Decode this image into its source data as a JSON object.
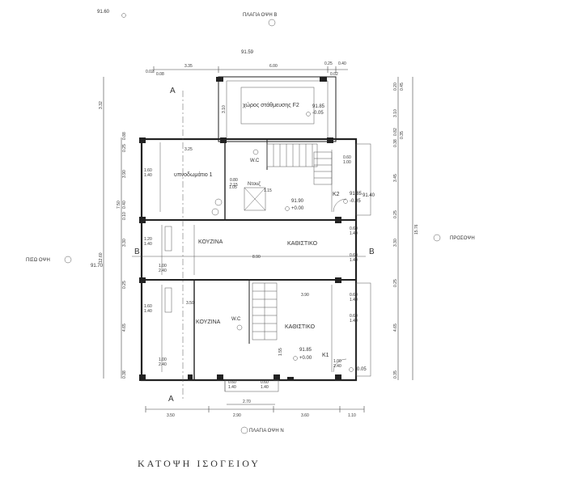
{
  "caption": "ΚΑΤΟΨΗ  ΙΣΟΓΕΙΟΥ",
  "elevations": {
    "top_left": "91.60",
    "top_mid": "91.59",
    "parking": "91.85",
    "parking_rel": "-0.05",
    "upper_center": "91.90",
    "upper_center_rel": "+0.00",
    "right_k2": "91.85",
    "right_k2_rel": "-0.05",
    "right_side": "91.40",
    "left_side": "91.70",
    "lower_center": "91.85",
    "lower_center_rel": "+0.00",
    "lower_right_rel": "-0.05"
  },
  "facades": {
    "top": "ΠΛΑΓΙΑ ΟΨΗ Β",
    "bottom": "ΠΛΑΓΙΑ ΟΨΗ Ν",
    "left": "ΠΙΣΩ ΟΨΗ",
    "right": "ΠΡΟΣΟΨΗ"
  },
  "sections": {
    "a": "A",
    "b": "B"
  },
  "rooms": {
    "parking": "χώρος στάθμευσης F2",
    "bedroom": "υπνοδωμάτιο 1",
    "wc_upper": "W.C",
    "laundry": "Ντουζ",
    "kitchen_upper": "ΚΟΥΖΙΝΑ",
    "living_upper": "ΚΑΘΙΣΤΙΚΟ",
    "kitchen_lower": "ΚΟΥΖΙΝΑ",
    "living_lower": "ΚΑΘΙΣΤΙΚΟ",
    "wc_lower": "W.C",
    "k1": "K1",
    "k2": "K2"
  },
  "dims_top": [
    "0.02",
    "0.08",
    "3.35",
    "6.00",
    "0.25",
    "0.40",
    "0.02"
  ],
  "dims_bottom": [
    "3.50",
    "2.90",
    "3.60",
    "1.10"
  ],
  "dims_bottom_inner": "2.70",
  "dims_left": [
    "3.32",
    "7.50",
    "12.60",
    "0.25",
    "0.88",
    "3.90",
    "0.10",
    "0.40",
    "3.30",
    "0.25",
    "4.65",
    "0.38"
  ],
  "dims_right": [
    "0.20",
    "0.45",
    "3.10",
    "0.38",
    "0.82",
    "0.35",
    "3.45",
    "0.25",
    "3.30",
    "15.76",
    "0.25",
    "4.65",
    "0.35"
  ],
  "inner_dims": {
    "bedroom_w": "3.25",
    "mid_width": "8.90",
    "lower_kitchen_w": "3.50",
    "lower_living_w": "3.90",
    "parking_h": "3.10",
    "stair_w": "1.05",
    "corr": "1.15",
    "lower_corr": "1.55"
  },
  "windows": {
    "w1": "1.60\n1.40",
    "w2": "1.20\n1.40",
    "w3": "1.00\n2.40",
    "w4": "1.60\n1.40",
    "w5": "1.00\n2.40",
    "w6": "0.60\n1.00",
    "w7": "0.60\n1.40",
    "w8": "0.60\n1.40",
    "w9": "0.60\n1.40",
    "w10": "0.60\n1.40",
    "w11": "1.00\n2.40",
    "w12": "0.60\n1.40",
    "w13": "0.60\n1.40",
    "w14": "0.80\n2.15"
  }
}
